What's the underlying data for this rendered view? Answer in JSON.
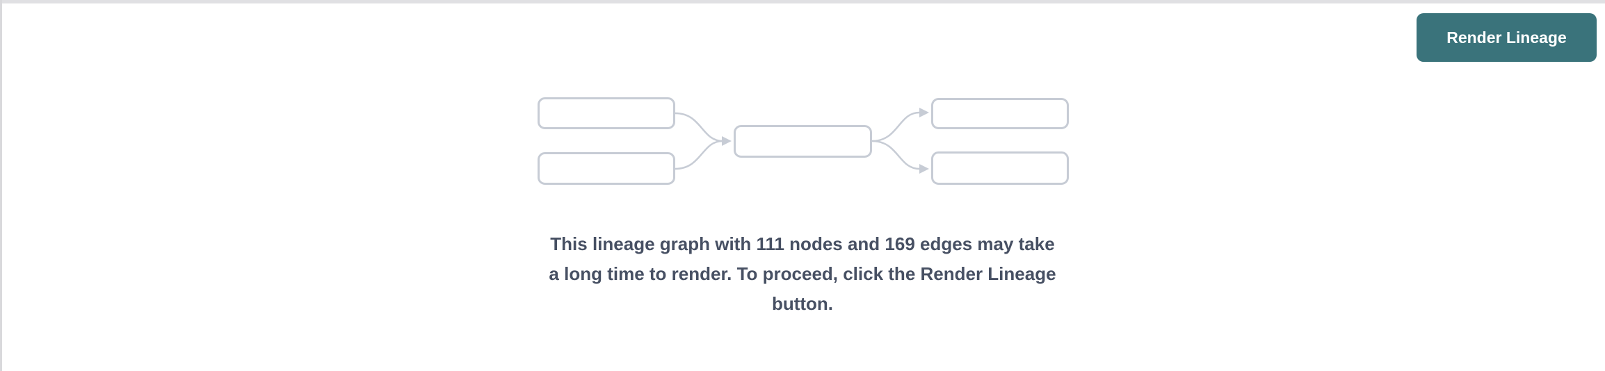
{
  "panel": {
    "button": {
      "label": "Render Lineage"
    },
    "message": {
      "lines": [
        "This lineage graph with 111 nodes and 169 edges may take",
        "a long time to render. To proceed, click the Render Lineage",
        "button."
      ],
      "node_count": 111,
      "edge_count": 169
    },
    "graphic": {
      "description": "placeholder mini lineage graph, 5 empty nodes in 3 columns (2-1-2) joined by curved arrows",
      "node_boxes": 5,
      "edges": 4
    },
    "colors": {
      "button_bg": "#3A737B",
      "button_text": "#FFFFFF",
      "message_text": "#475063",
      "graphic_stroke": "#C7CCD5",
      "top_border": "#E0E0E3",
      "left_border": "#D9D9DC",
      "background": "#FFFFFF"
    }
  }
}
